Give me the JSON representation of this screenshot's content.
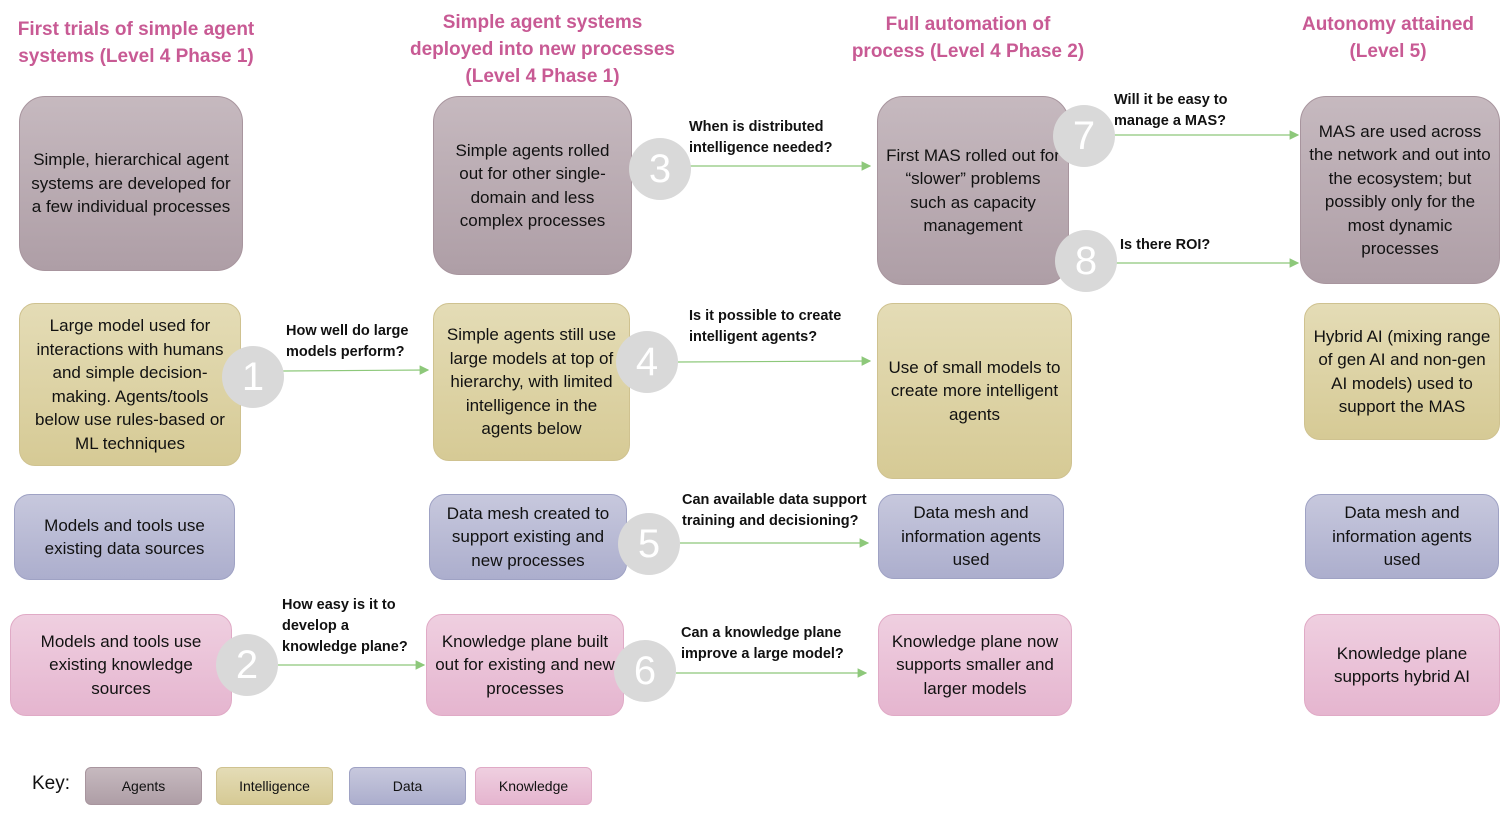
{
  "stages": [
    {
      "title": "First trials of simple agent systems (Level 4 Phase 1)"
    },
    {
      "title": "Simple agent systems deployed into new processes (Level 4 Phase 1)"
    },
    {
      "title": "Full automation of process (Level 4 Phase 2)"
    },
    {
      "title": "Autonomy attained (Level 5)"
    }
  ],
  "boxes": {
    "agents": [
      "Simple, hierarchical agent systems are developed for a few individual processes",
      "Simple agents rolled out for other single-domain and less complex processes",
      "First MAS rolled out for “slower” problems such as capacity management",
      "MAS are used across the network and out into the ecosystem; but possibly only for the most dynamic processes"
    ],
    "intelligence": [
      "Large model used for interactions with humans and simple decision-making. Agents/tools below use rules-based or ML techniques",
      "Simple agents still use large models at top of hierarchy, with limited intelligence in the agents below",
      "Use of small models to create more intelligent agents",
      "Hybrid AI (mixing range of gen AI and non-gen AI models) used to support the MAS"
    ],
    "data": [
      "Models and tools use existing data sources",
      "Data mesh created to support existing and new processes",
      "Data mesh and information agents used",
      "Data mesh and information agents used"
    ],
    "knowledge": [
      "Models and tools use existing knowledge sources",
      "Knowledge plane built out for existing and new processes",
      "Knowledge plane now supports smaller and larger models",
      "Knowledge plane supports hybrid AI"
    ]
  },
  "questions": [
    {
      "number": "1",
      "text": "How well do large models perform?"
    },
    {
      "number": "2",
      "text": "How easy is it to develop a knowledge plane?"
    },
    {
      "number": "3",
      "text": "When is distributed intelligence needed?"
    },
    {
      "number": "4",
      "text": "Is it possible to create intelligent agents?"
    },
    {
      "number": "5",
      "text": "Can available data support training and decisioning?"
    },
    {
      "number": "6",
      "text": "Can a knowledge plane improve a large model?"
    },
    {
      "number": "7",
      "text": "Will it be easy to manage a MAS?"
    },
    {
      "number": "8",
      "text": "Is there ROI?"
    }
  ],
  "key": {
    "label": "Key:",
    "items": [
      "Agents",
      "Intelligence",
      "Data",
      "Knowledge"
    ]
  },
  "colors": {
    "title": "#c85a94",
    "arrow": "#8dc87a",
    "number_circle": "#d9d9d9",
    "agents": "#b8a9b0",
    "intelligence": "#ddd3a6",
    "data": "#babcd6",
    "knowledge": "#eac2d8"
  }
}
